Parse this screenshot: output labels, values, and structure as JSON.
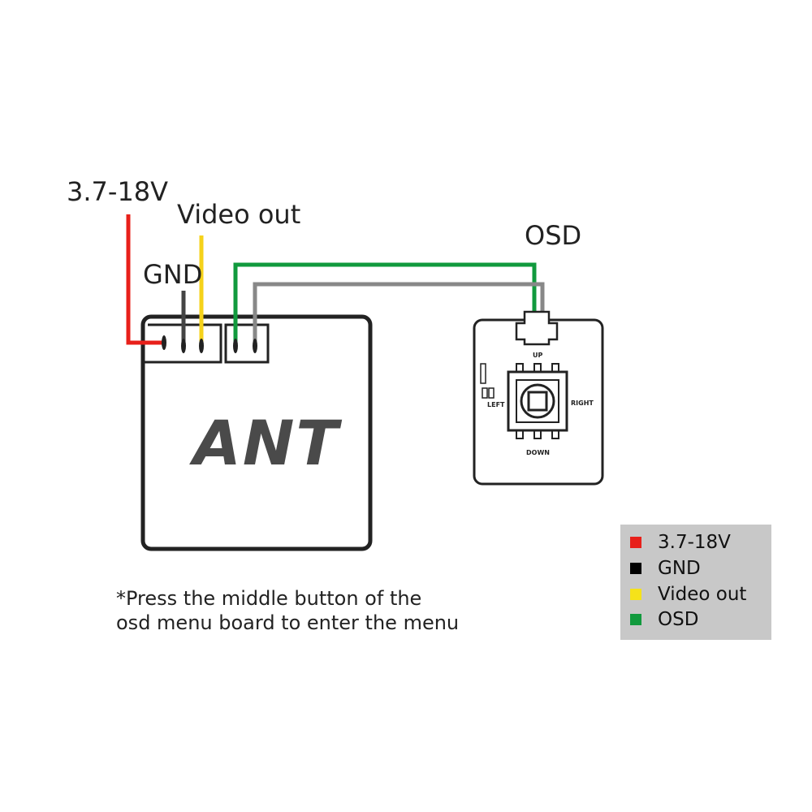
{
  "labels": {
    "power": "3.7-18V",
    "video_out": "Video out",
    "gnd": "GND",
    "osd": "OSD"
  },
  "module": {
    "brand": "ANT"
  },
  "osd_board": {
    "up": "UP",
    "down": "DOWN",
    "left": "LEFT",
    "right": "RIGHT"
  },
  "note": {
    "line1": "*Press the middle button of the",
    "line2": "osd menu board to enter the menu"
  },
  "legend": {
    "items": [
      {
        "label": "3.7-18V",
        "color": "#e8201a"
      },
      {
        "label": "GND",
        "color": "#000000"
      },
      {
        "label": "Video out",
        "color": "#f5e21a"
      },
      {
        "label": "OSD",
        "color": "#119a3d"
      }
    ]
  },
  "colors": {
    "power_wire": "#e8201a",
    "gnd_wire": "#444444",
    "video_wire": "#f5d21a",
    "osd_wire": "#119a3d",
    "osd_gray_wire": "#888888"
  }
}
